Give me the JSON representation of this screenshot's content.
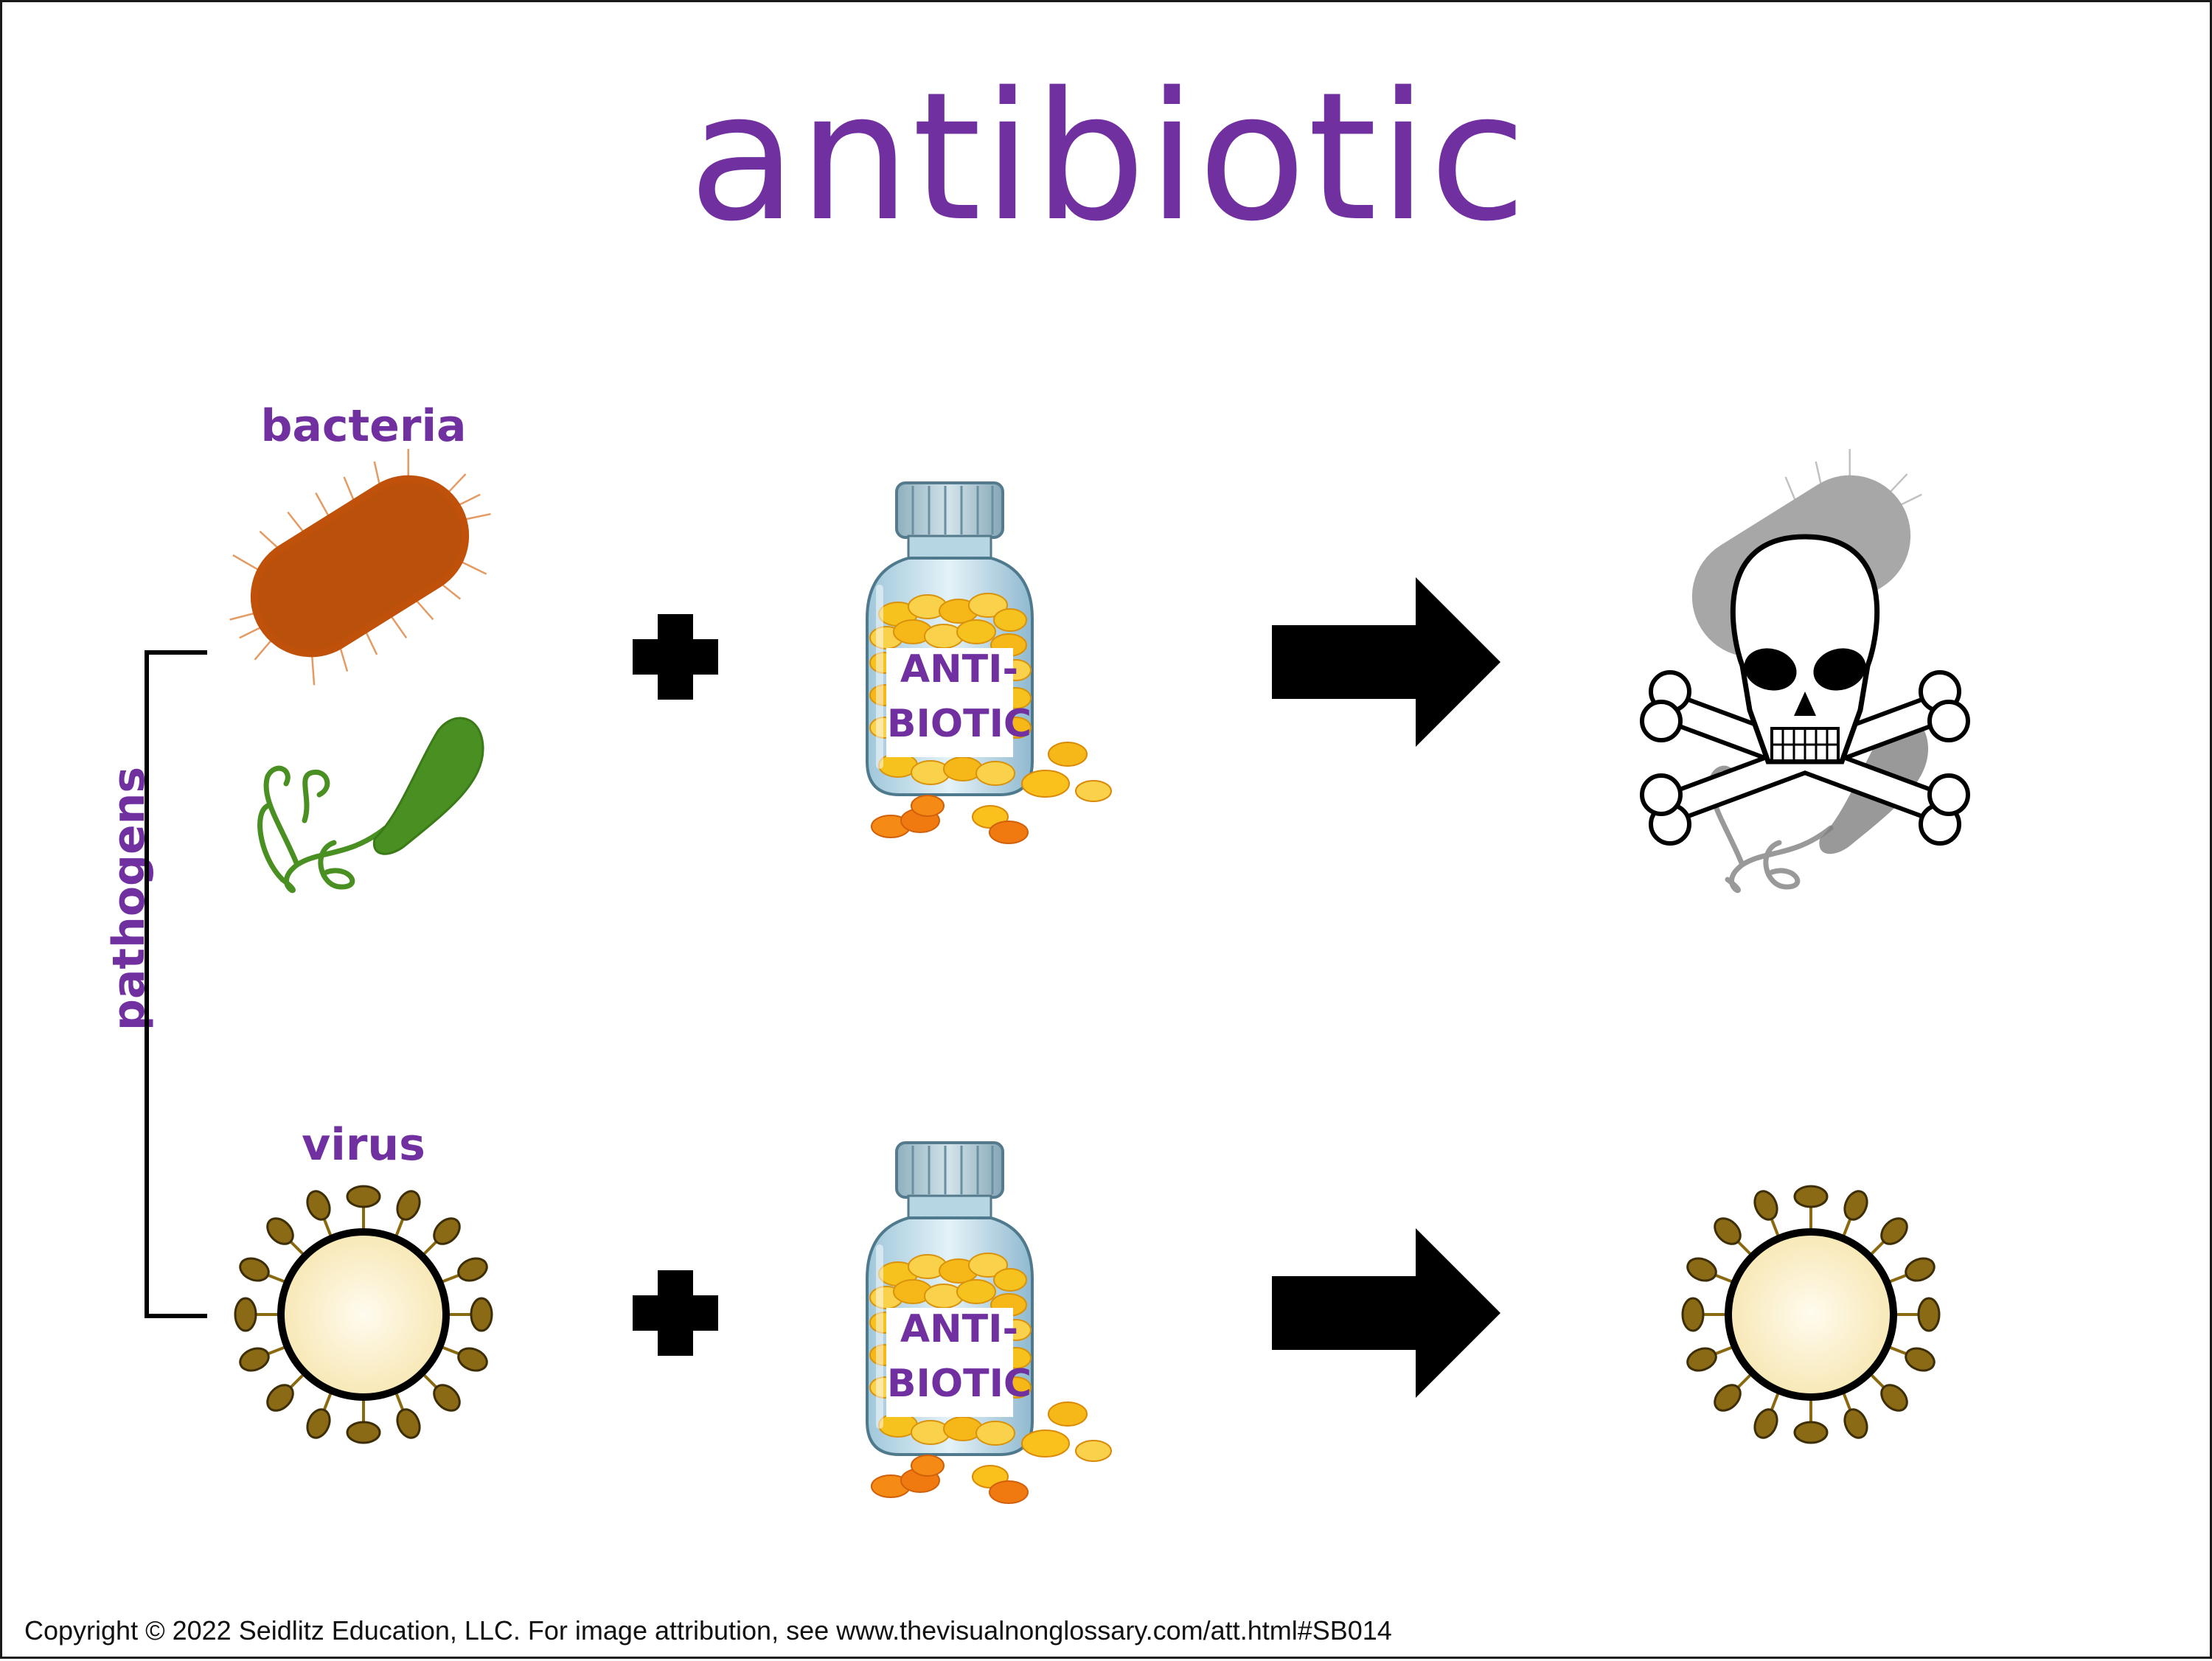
{
  "title": "antibiotic",
  "labels": {
    "bacteria": "bacteria",
    "virus": "virus",
    "pathogens": "pathogens"
  },
  "bottle_label": {
    "line1": "ANTI-",
    "line2": "BIOTIC"
  },
  "copyright": "Copyright © 2022 Seidlitz Education, LLC.  For image attribution, see www.thevisualnonglossary.com/att.html#SB014",
  "icons": {
    "bacteria": "rod-bacterium-icon",
    "helical_bacteria": "helicobacter-bacterium-icon",
    "virus": "virus-icon",
    "bottle": "pill-bottle-icon",
    "plus": "plus-icon",
    "arrow": "right-arrow-icon",
    "skull": "skull-crossbones-icon"
  },
  "colors": {
    "title": "#7030a0",
    "bacteria": "#c0510a",
    "helical_bacteria": "#4a8f22",
    "virus_fill": "#fdf6dc",
    "virus_spike": "#8a6a10",
    "pill_yellow": "#f5b818",
    "pill_orange": "#f07a10"
  }
}
